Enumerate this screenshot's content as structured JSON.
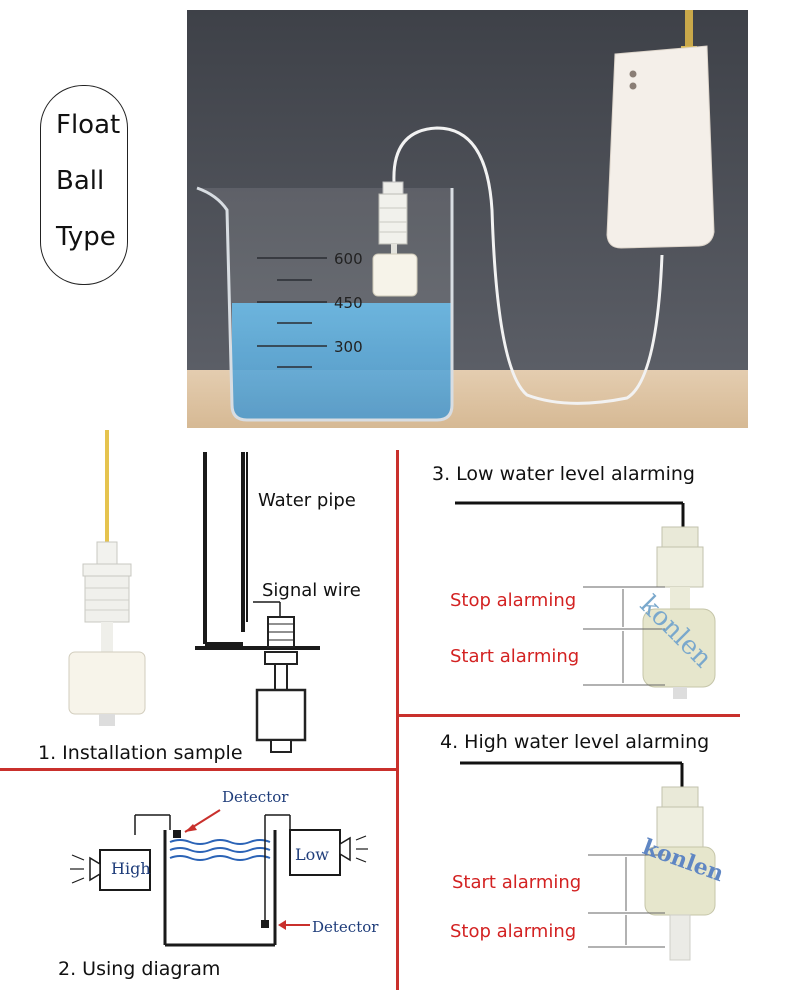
{
  "pill": {
    "line1": "Float",
    "line2": "Ball",
    "line3": "Type"
  },
  "beaker": {
    "mark_600": "600",
    "mark_450": "450",
    "mark_300": "300"
  },
  "sample": {
    "water_pipe": "Water pipe",
    "signal_wire": "Signal wire",
    "caption": "1. Installation sample"
  },
  "diagram": {
    "detector_top": "Detector",
    "detector_bottom": "Detector",
    "high": "High",
    "low": "Low",
    "caption": "2. Using diagram"
  },
  "low_level": {
    "title": "3. Low water level alarming",
    "stop": "Stop alarming",
    "start": "Start alarming",
    "watermark": "konlen"
  },
  "high_level": {
    "title": "4. High water level alarming",
    "start": "Start alarming",
    "stop": "Stop alarming",
    "watermark": "konlen"
  },
  "colors": {
    "divider": "#c9302c",
    "alarm_text": "#d32222",
    "water": "#4aa3d6",
    "wall": "#4a4d55"
  }
}
